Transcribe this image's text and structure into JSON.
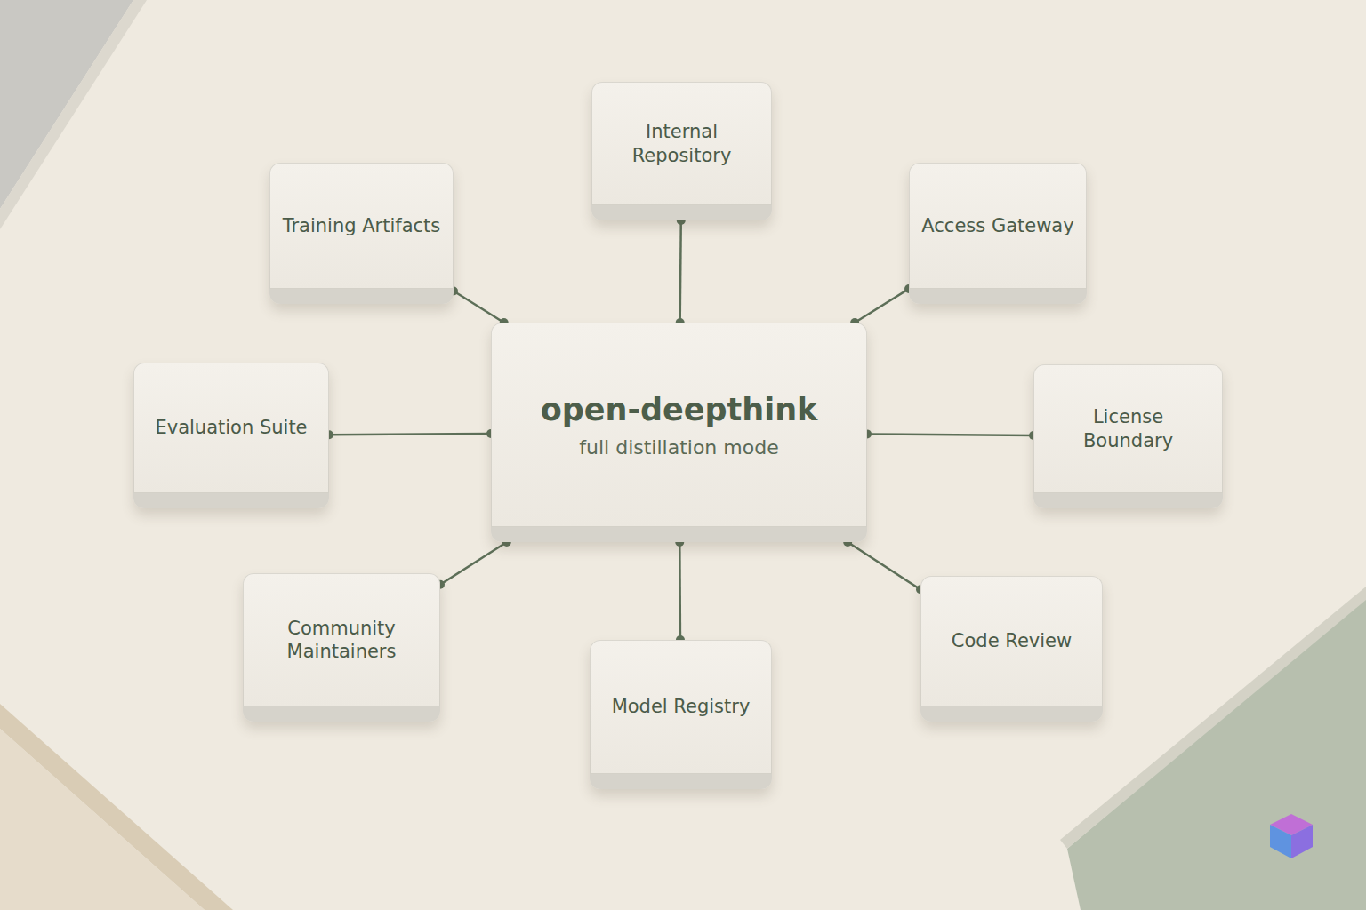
{
  "diagram": {
    "nodes": [
      {
        "text": [
          "Internal Repository"
        ]
      },
      {
        "text": [
          "Training Artifacts"
        ]
      },
      {
        "text": [
          "Access Gateway"
        ]
      },
      {
        "text": [
          "Evaluation Suite"
        ]
      },
      {
        "text": [
          "open-deepthink",
          "full distillation mode"
        ]
      },
      {
        "text": [
          "License Boundary"
        ]
      },
      {
        "text": [
          "Community Maintainers"
        ]
      },
      {
        "text": [
          "Code Review"
        ]
      },
      {
        "text": [
          "Model Registry"
        ]
      }
    ],
    "edges": [
      {
        "from": 4,
        "to": 0,
        "arrow": "none"
      },
      {
        "from": 4,
        "to": 1,
        "arrow": "none"
      },
      {
        "from": 4,
        "to": 2,
        "arrow": "none"
      },
      {
        "from": 4,
        "to": 3,
        "arrow": "none"
      },
      {
        "from": 4,
        "to": 5,
        "arrow": "none"
      },
      {
        "from": 4,
        "to": 6,
        "arrow": "none"
      },
      {
        "from": 4,
        "to": 7,
        "arrow": "none"
      },
      {
        "from": 4,
        "to": 8,
        "arrow": "none"
      }
    ]
  }
}
